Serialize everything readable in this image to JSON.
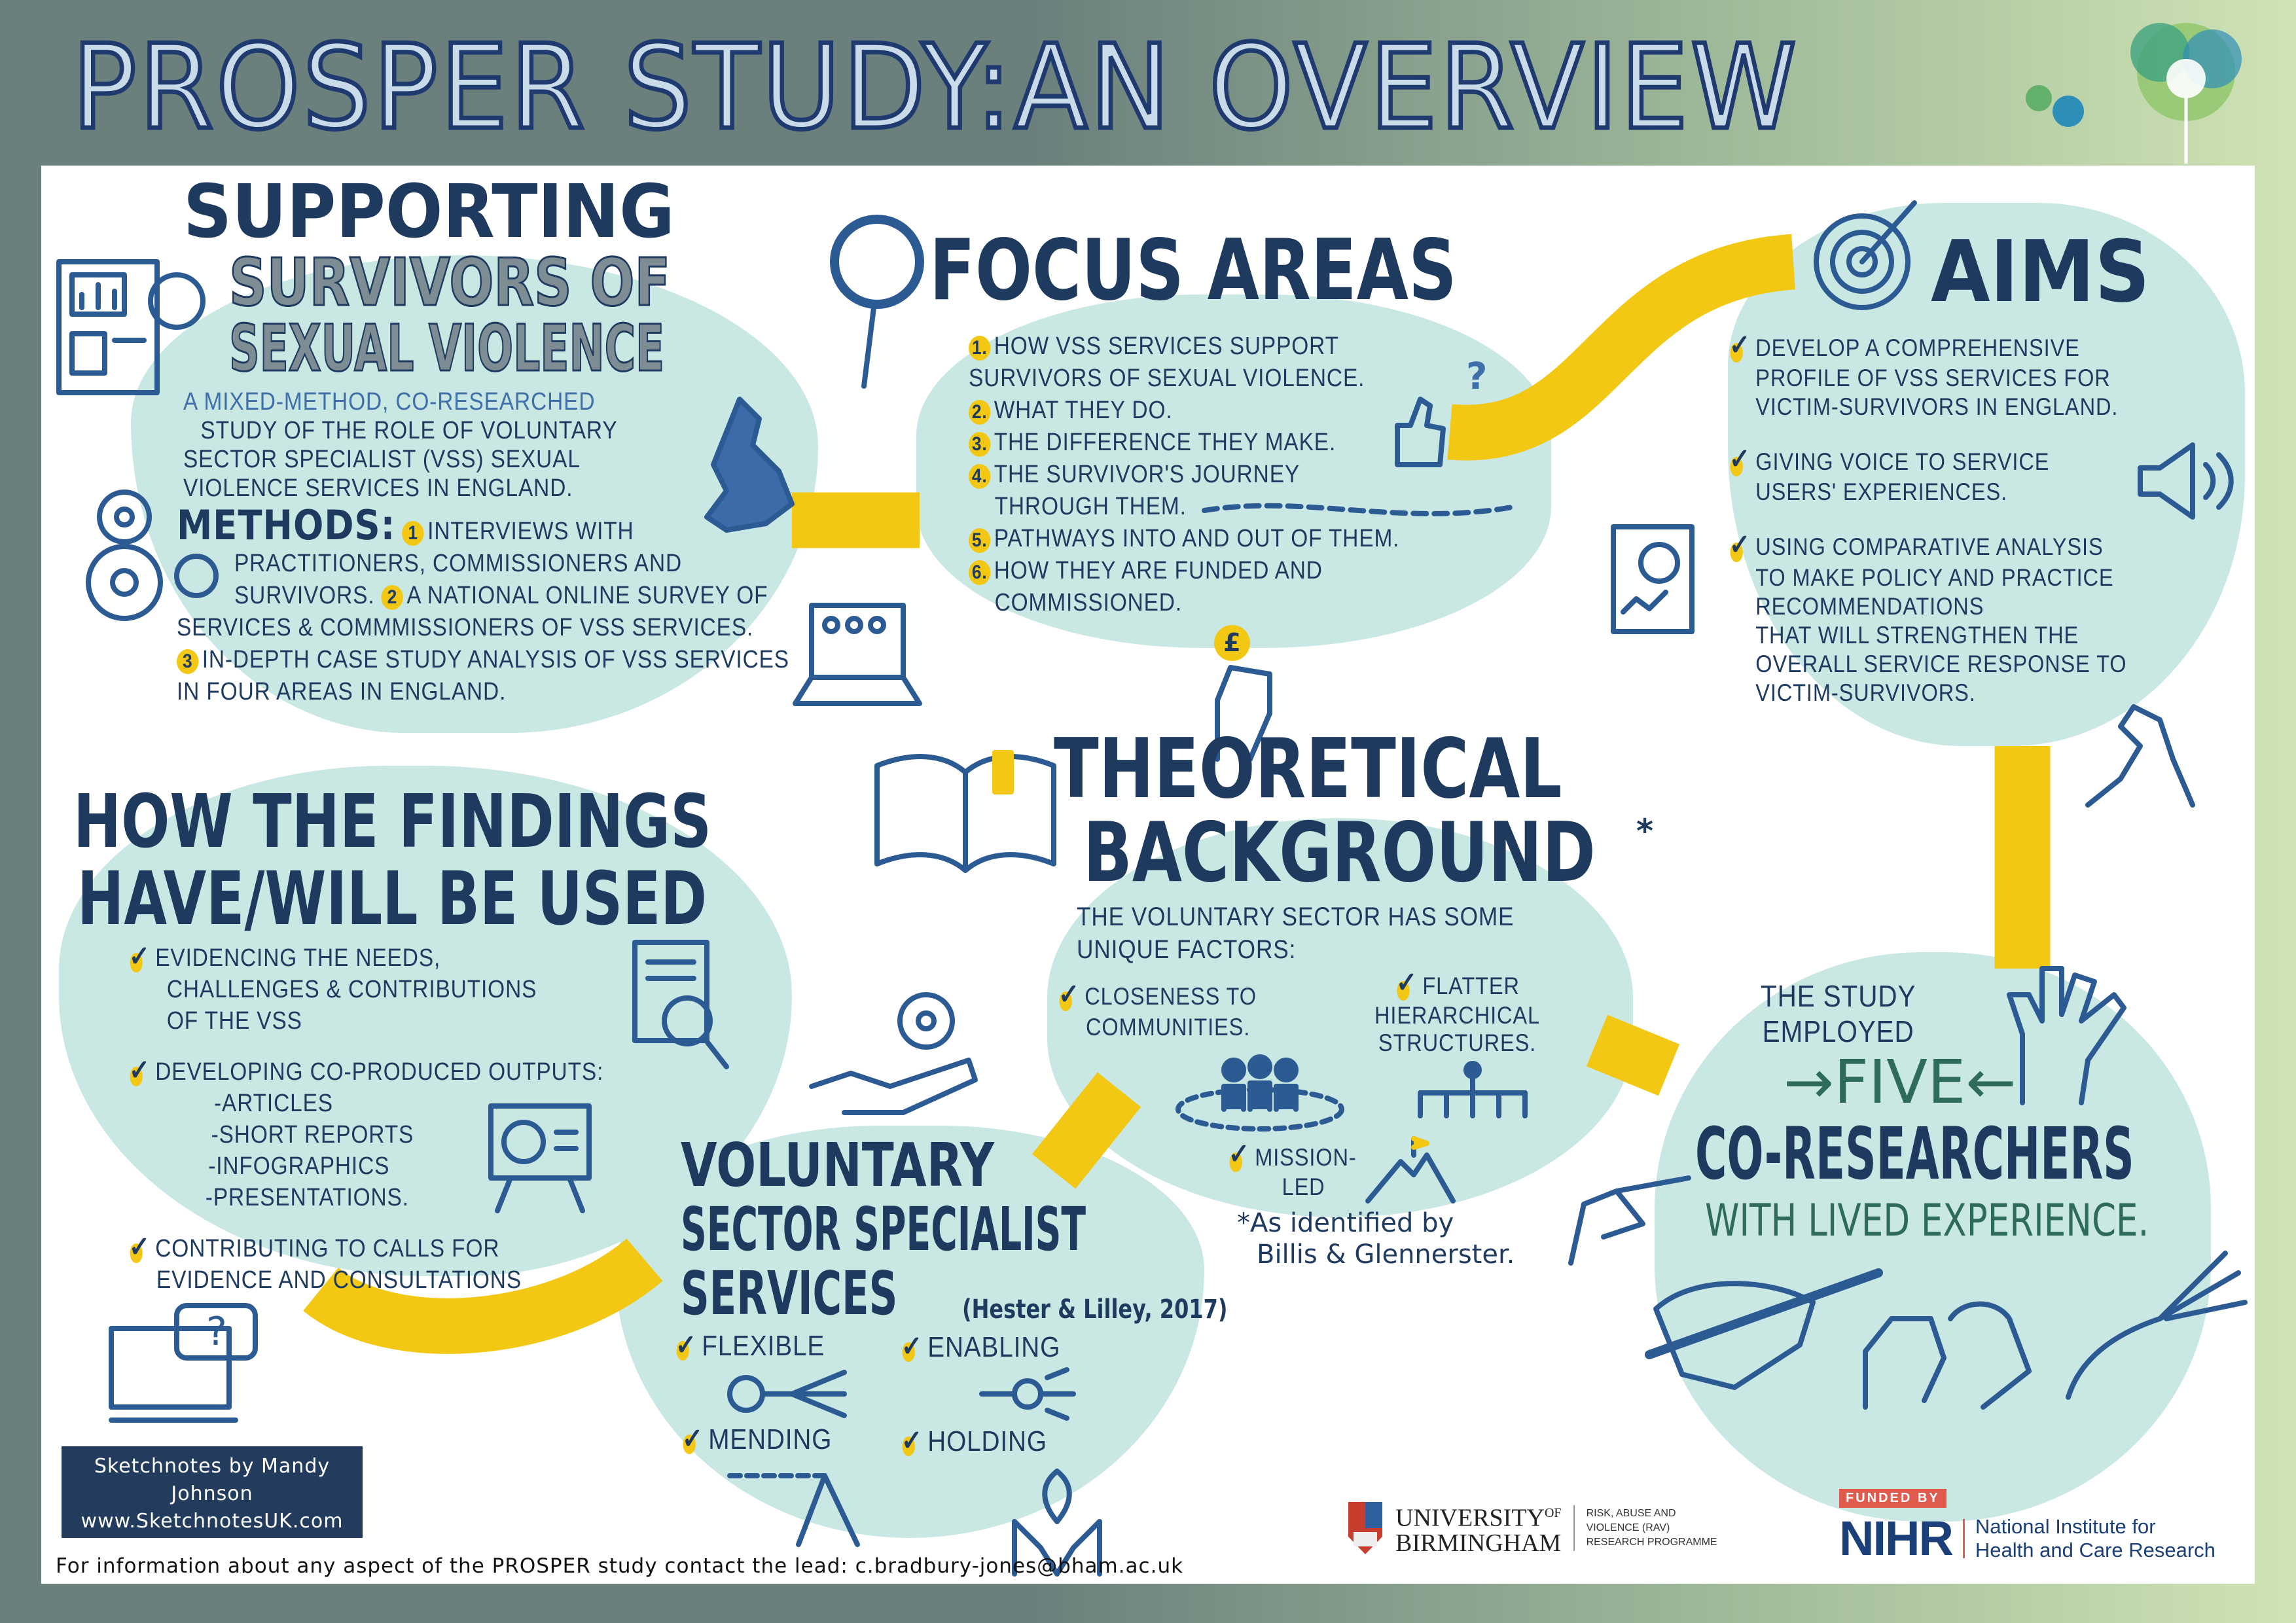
{
  "title": "PROSPER STUDY:AN OVERVIEW",
  "colors": {
    "navy": "#1f3a5f",
    "teal_blob": "#c9e7e3",
    "yellow": "#f3c814",
    "frame": "#6b807c",
    "nihr_blue": "#1b3f78",
    "funded_red": "#e05a4e"
  },
  "supporting": {
    "heading_1": "SUPPORTING",
    "heading_2": "SURVIVORS OF",
    "heading_3": "SEXUAL VIOLENCE",
    "desc": [
      "A MIXED-METHOD, CO-RESEARCHED",
      "STUDY OF THE ROLE OF VOLUNTARY",
      "SECTOR SPECIALIST (VSS) SEXUAL",
      "VIOLENCE SERVICES IN ENGLAND."
    ],
    "methods_label": "METHODS:",
    "methods": [
      "INTERVIEWS WITH",
      "PRACTITIONERS, COMMISSIONERS AND",
      "SURVIVORS.",
      "A NATIONAL ONLINE SURVEY OF",
      "SERVICES & COMMMISSIONERS OF VSS SERVICES.",
      "IN-DEPTH CASE STUDY ANALYSIS OF VSS SERVICES",
      "IN FOUR AREAS IN ENGLAND."
    ],
    "nums": [
      "1",
      "2",
      "3"
    ]
  },
  "focus": {
    "heading": "FOCUS AREAS",
    "items": [
      {
        "n": "1.",
        "text": "HOW VSS SERVICES SUPPORT",
        "cont": "SURVIVORS OF SEXUAL VIOLENCE."
      },
      {
        "n": "2.",
        "text": "WHAT THEY DO."
      },
      {
        "n": "3.",
        "text": "THE DIFFERENCE THEY MAKE."
      },
      {
        "n": "4.",
        "text": "THE SURVIVOR'S JOURNEY",
        "cont": "THROUGH THEM."
      },
      {
        "n": "5.",
        "text": "PATHWAYS INTO AND OUT OF THEM."
      },
      {
        "n": "6.",
        "text": "HOW THEY ARE FUNDED AND",
        "cont": "COMMISSIONED."
      }
    ],
    "question_mark": "?",
    "coin": "£"
  },
  "aims": {
    "heading": "AIMS",
    "items": [
      [
        "DEVELOP A COMPREHENSIVE",
        "PROFILE OF VSS SERVICES FOR",
        "VICTIM-SURVIVORS IN ENGLAND."
      ],
      [
        "GIVING VOICE TO SERVICE",
        "USERS' EXPERIENCES."
      ],
      [
        "USING COMPARATIVE ANALYSIS",
        "TO MAKE POLICY AND PRACTICE",
        "RECOMMENDATIONS",
        "THAT WILL STRENGTHEN THE",
        "OVERALL SERVICE RESPONSE TO",
        "VICTIM-SURVIVORS."
      ]
    ]
  },
  "findings": {
    "heading_1": "HOW THE FINDINGS",
    "heading_2": "HAVE/WILL BE USED",
    "item1": [
      "EVIDENCING THE NEEDS,",
      "CHALLENGES & CONTRIBUTIONS",
      "OF THE VSS"
    ],
    "item2": "DEVELOPING CO-PRODUCED OUTPUTS:",
    "outputs": [
      "-ARTICLES",
      "-SHORT REPORTS",
      "-INFOGRAPHICS",
      "-PRESENTATIONS."
    ],
    "item3": [
      "CONTRIBUTING TO CALLS FOR",
      "EVIDENCE AND CONSULTATIONS"
    ]
  },
  "theory": {
    "heading_1": "THEORETICAL",
    "heading_2": "BACKGROUND",
    "asterisk": "*",
    "intro": [
      "THE VOLUNTARY SECTOR HAS SOME",
      "UNIQUE FACTORS:"
    ],
    "f1": [
      "CLOSENESS TO",
      "COMMUNITIES."
    ],
    "f2": [
      "FLATTER",
      "HIERARCHICAL",
      "STRUCTURES."
    ],
    "f3": [
      "MISSION-",
      "LED"
    ],
    "note": [
      "*As identified by",
      "Billis & Glennerster."
    ]
  },
  "vss": {
    "heading": [
      "VOLUNTARY",
      "SECTOR SPECIALIST",
      "SERVICES"
    ],
    "citation": "(Hester & Lilley, 2017)",
    "qualities": [
      "FLEXIBLE",
      "ENABLING",
      "MENDING",
      "HOLDING"
    ]
  },
  "coresearchers": {
    "line1": "THE STUDY",
    "line2": "EMPLOYED",
    "five": "→FIVE←",
    "line3": "CO-RESEARCHERS",
    "line4": "WITH LIVED EXPERIENCE."
  },
  "credit": {
    "line1": "Sketchnotes by Mandy",
    "line2": "Johnson",
    "line3": "www.SketchnotesUK.com"
  },
  "footer": "For information about any aspect of the PROSPER study contact the lead: c.bradbury-jones@bham.ac.uk",
  "logos": {
    "uob_1": "UNIVERSITY",
    "uob_of": "OF",
    "uob_2": "BIRMINGHAM",
    "rav": [
      "RISK, ABUSE AND",
      "VIOLENCE (RAV)",
      "RESEARCH PROGRAMME"
    ],
    "funded_by": "FUNDED BY",
    "nihr": "NIHR",
    "nihr_name": [
      "National Institute for",
      "Health and Care Research"
    ]
  }
}
